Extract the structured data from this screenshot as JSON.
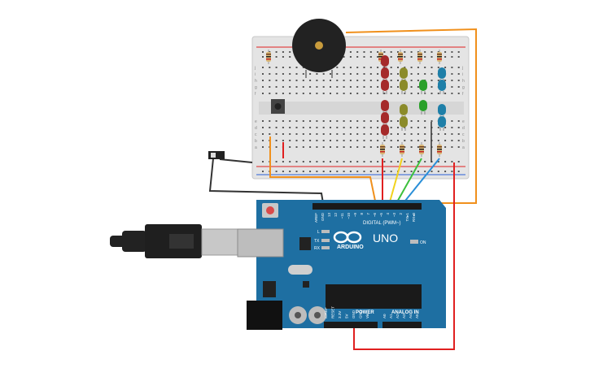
{
  "board": {
    "brand": "ARDUINO",
    "model": "UNO",
    "digital_label": "DIGITAL (PWM~)",
    "power_label": "POWER",
    "analog_label": "ANALOG IN",
    "on_label": "ON",
    "l_label": "L",
    "tx_label": "TX",
    "rx_label": "RX",
    "digital_pins": [
      "AREF",
      "GND",
      "13",
      "12",
      "~11",
      "~10",
      "~9",
      "8",
      "7",
      "~6",
      "~5",
      "4",
      "~3",
      "2",
      "TX▸1",
      "RX◂0"
    ],
    "power_pins": [
      "IOREF",
      "RESET",
      "3.3V",
      "5V",
      "GND",
      "GND",
      "Vin"
    ],
    "analog_pins": [
      "A0",
      "A1",
      "A2",
      "A3",
      "A4",
      "A5"
    ]
  },
  "breadboard": {
    "row_letters_top": [
      "j",
      "i",
      "h",
      "g",
      "f"
    ],
    "row_letters_bottom": [
      "e",
      "d",
      "c",
      "b",
      "a"
    ]
  },
  "components": {
    "led_colors": [
      "#a52a2a",
      "#8b8b2a",
      "#2aa02a",
      "#1e7fa8"
    ],
    "wire_colors": {
      "red": "#e02020",
      "orange": "#f0901c",
      "yellow": "#f2d21c",
      "green": "#3cbf3c",
      "blue": "#2a8fd8",
      "black": "#333333"
    }
  }
}
